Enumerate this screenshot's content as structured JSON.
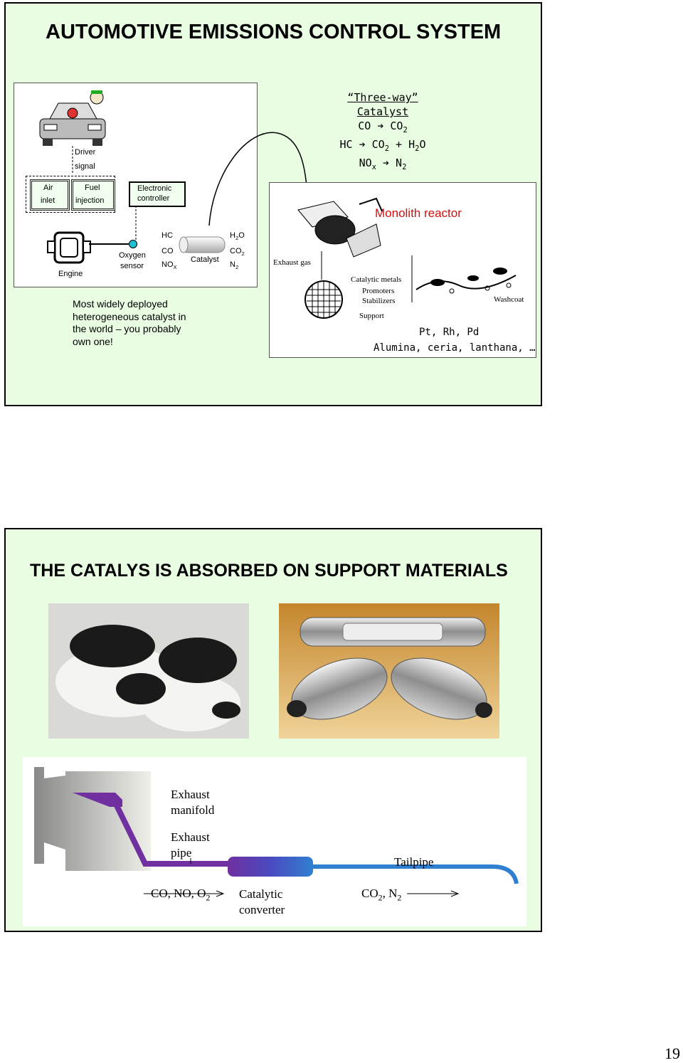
{
  "slide1": {
    "title": "AUTOMOTIVE EMISSIONS CONTROL SYSTEM",
    "diagram": {
      "driver": "Driver",
      "signal": "signal",
      "air": "Air",
      "inlet": "inlet",
      "fuel": "Fuel",
      "injection": "injection",
      "electronic": "Electronic",
      "controller": "controller",
      "oxygen": "Oxygen",
      "sensor": "sensor",
      "engine": "Engine",
      "catalyst": "Catalyst",
      "hc": "HC",
      "co": "CO",
      "nox": "NO",
      "nox_sub": "X",
      "h2o": "H",
      "h2o_sub": "2",
      "h2o_tail": "O",
      "co2": "CO",
      "co2_sub": "2",
      "n2": "N",
      "n2_sub": "2"
    },
    "reactions": {
      "heading": "“Three-way” Catalyst",
      "r1_a": "CO ",
      "r1_b": " CO",
      "r1_sub": "2",
      "r2_a": "HC ",
      "r2_b": " CO",
      "r2_sub": "2",
      "r2_c": " + H",
      "r2_sub2": "2",
      "r2_d": "O",
      "r3_a": "NO",
      "r3_sub": "x",
      "r3_b": " ",
      "r3_c": " N",
      "r3_sub2": "2"
    },
    "monolith": {
      "title": "Monolith reactor",
      "exhaust_gas": "Exhaust gas",
      "catalytic_metals": "Catalytic metals",
      "promoters": "Promoters",
      "stabilizers": "Stabilizers",
      "support": "Support",
      "washcoat": "Washcoat",
      "metals_list": "Pt, Rh, Pd",
      "support_list": "Alumina, ceria, lanthana, …"
    },
    "note": [
      "Most widely deployed",
      "heterogeneous catalyst in",
      "the world – you probably",
      "own one!"
    ]
  },
  "slide2": {
    "title": "THE CATALYS IS ABSORBED ON SUPPORT MATERIALS",
    "exhaust": {
      "manifold_1": "Exhaust",
      "manifold_2": "manifold",
      "pipe_1": "Exhaust",
      "pipe_2": "pipe",
      "tailpipe": "Tailpipe",
      "inputs": "CO, NO, O",
      "inputs_sub": "2",
      "converter_1": "Catalytic",
      "converter_2": "converter",
      "outputs_a": "CO",
      "outputs_sub": "2",
      "outputs_b": ", N",
      "outputs_sub2": "2"
    }
  },
  "page_number": "19",
  "colors": {
    "slide_bg": "#e9fde3",
    "monolith_title": "#d01010",
    "oxygen_sensor": "#20c0d0",
    "converter": "#7030a0",
    "pipe": "#3080d0"
  }
}
